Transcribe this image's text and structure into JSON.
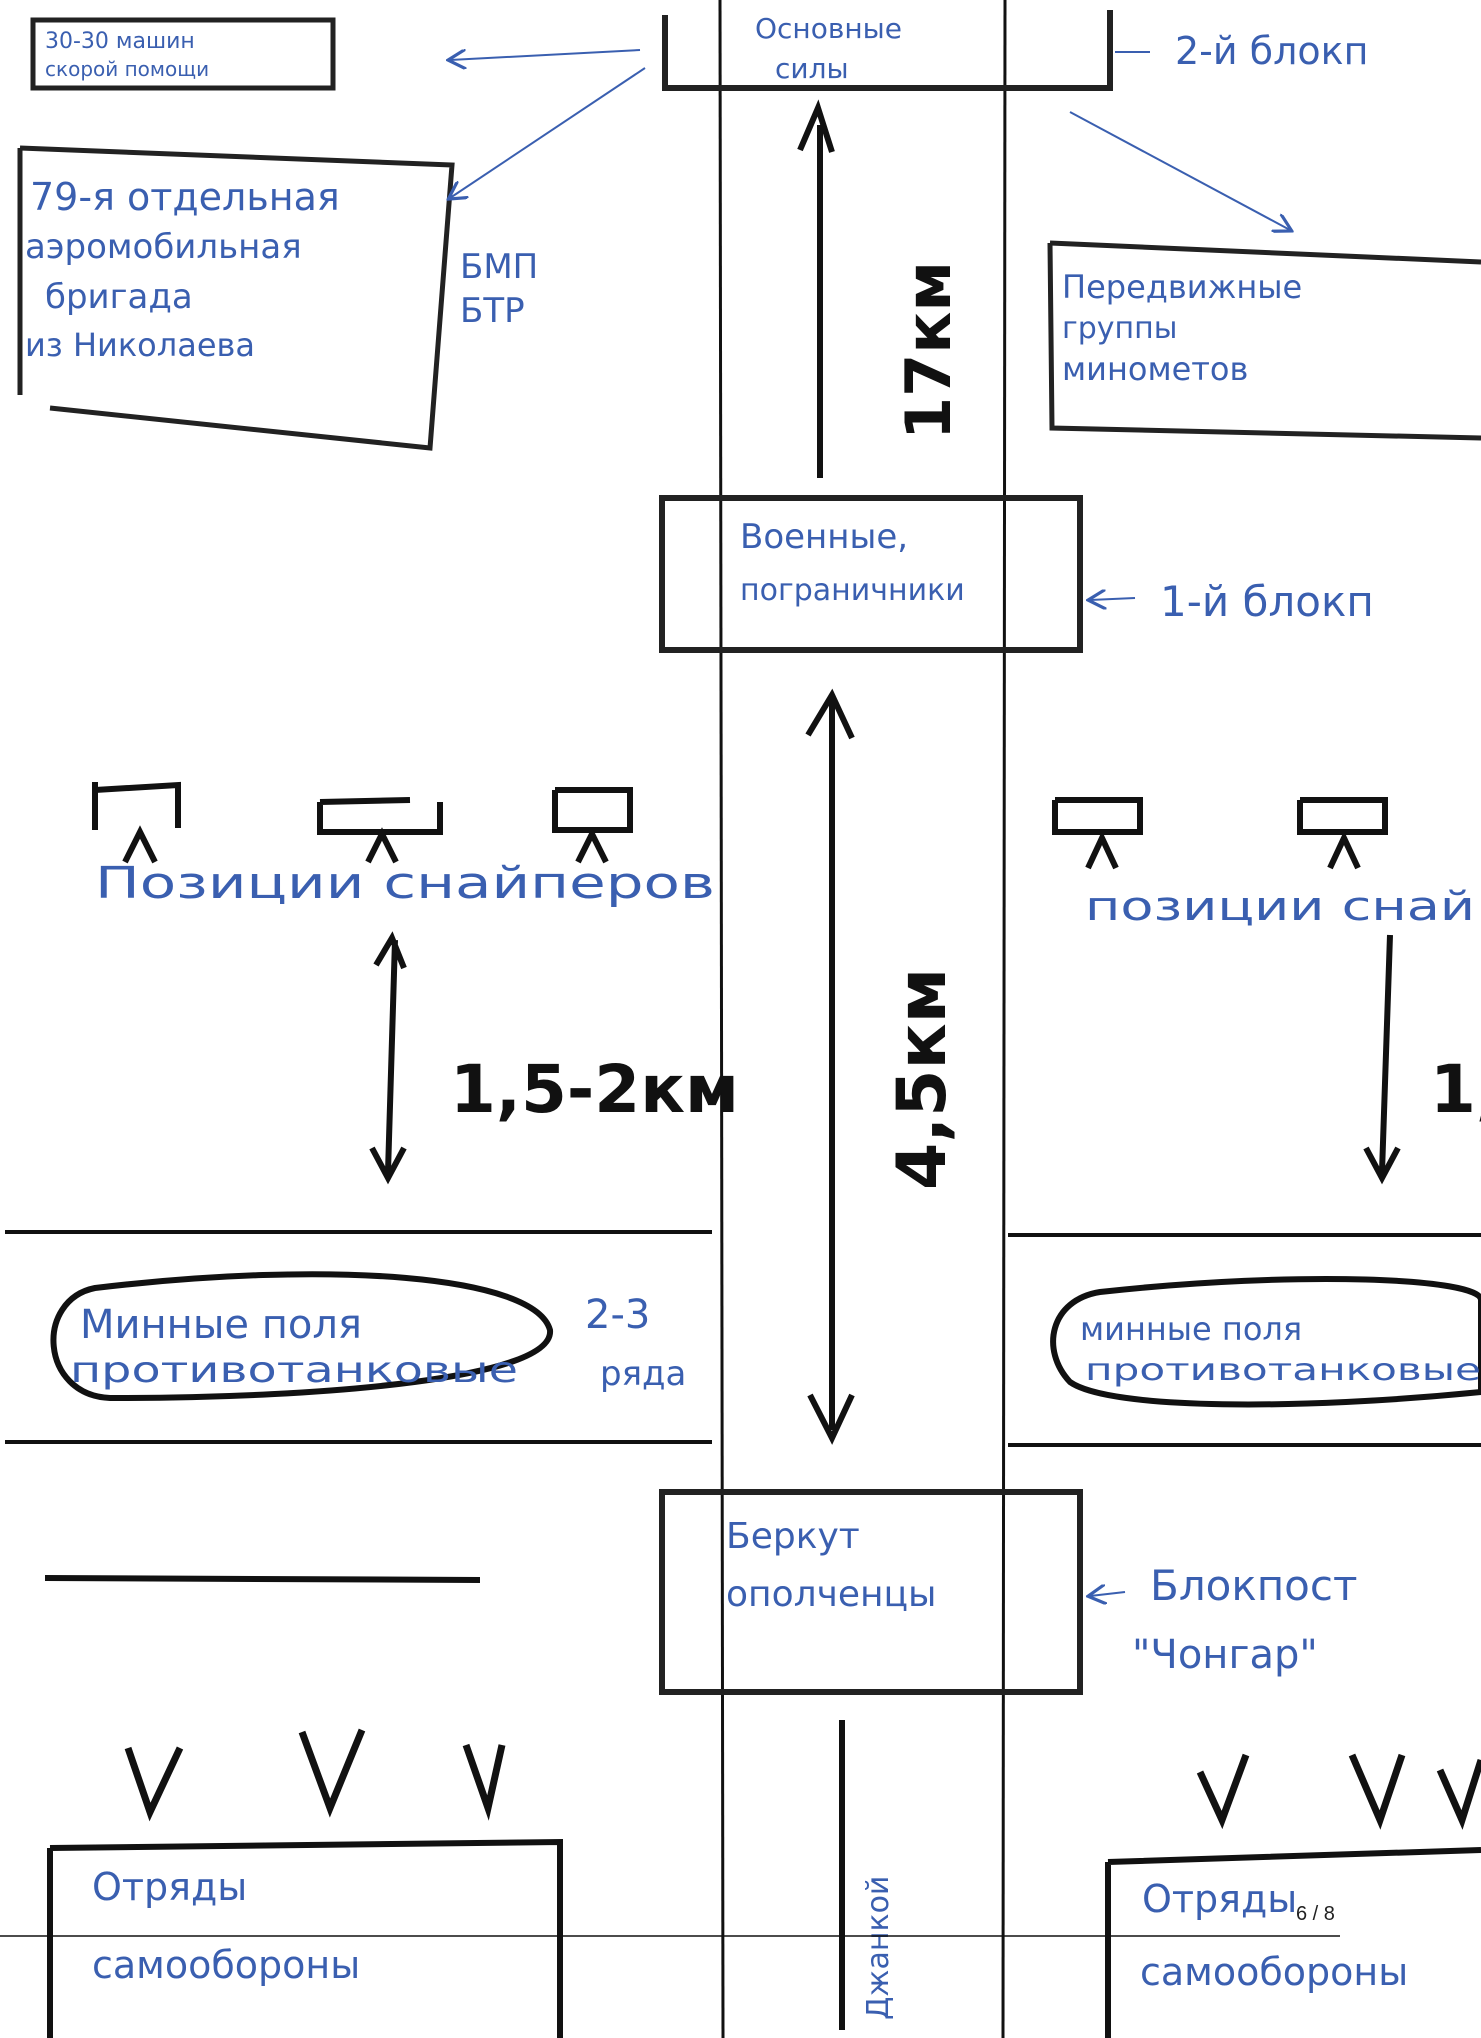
{
  "labels": {
    "ambulance": [
      "30-30 машин",
      "скорой помощи"
    ],
    "main_forces": [
      "Основные",
      "силы"
    ],
    "block2": "2-й блокп",
    "brigade": [
      "79-я отдельная",
      "аэромобильная",
      "бригада",
      "из Николаева"
    ],
    "bmp": [
      "БМП",
      "БТР"
    ],
    "mortars": [
      "Передвижные",
      "группы",
      "минометов"
    ],
    "dist_17": "17км",
    "military_box": [
      "Военные,",
      "пограничники"
    ],
    "block1": "1-й блокп",
    "snipers_left": "Позиции снайперов",
    "snipers_right": "позиции снай",
    "dist_15_left": "1,5-2км",
    "dist_15_right": "1,",
    "dist_45": "4,5км",
    "mines_left": [
      "Минные поля",
      "противотанковые"
    ],
    "rows": [
      "2-3",
      "ряда"
    ],
    "mines_right": [
      "минные поля",
      "противотанковые"
    ],
    "berkut": [
      "Беркут",
      "ополченцы"
    ],
    "chongar": [
      "Блокпост",
      "\"Чонгар\""
    ],
    "dzhankoy": "Джанкой",
    "selfdef_left": [
      "Отряды",
      "самообороны"
    ],
    "selfdef_right": [
      "Отряды",
      "самообороны"
    ]
  },
  "page_number": "6 / 8"
}
